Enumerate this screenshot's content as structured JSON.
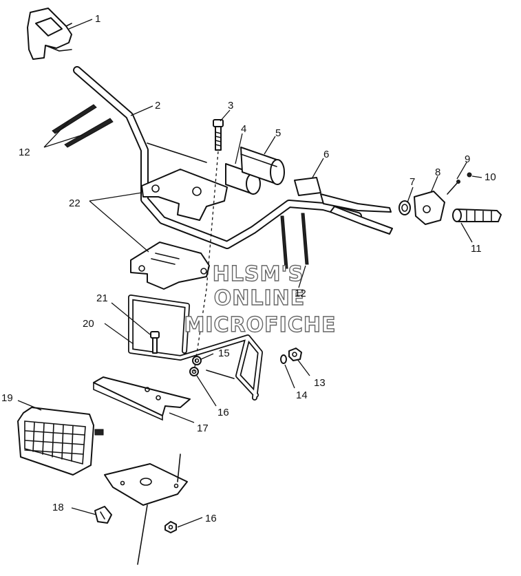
{
  "diagram": {
    "callouts": [
      {
        "id": "c1",
        "text": "1"
      },
      {
        "id": "c2",
        "text": "2"
      },
      {
        "id": "c3",
        "text": "3"
      },
      {
        "id": "c4",
        "text": "4"
      },
      {
        "id": "c5",
        "text": "5"
      },
      {
        "id": "c6",
        "text": "6"
      },
      {
        "id": "c7",
        "text": "7"
      },
      {
        "id": "c8",
        "text": "8"
      },
      {
        "id": "c9",
        "text": "9"
      },
      {
        "id": "c10",
        "text": "10"
      },
      {
        "id": "c11",
        "text": "11"
      },
      {
        "id": "c12a",
        "text": "12"
      },
      {
        "id": "c12b",
        "text": "12"
      },
      {
        "id": "c13",
        "text": "13"
      },
      {
        "id": "c14",
        "text": "14"
      },
      {
        "id": "c15",
        "text": "15"
      },
      {
        "id": "c16a",
        "text": "16"
      },
      {
        "id": "c16b",
        "text": "16"
      },
      {
        "id": "c17",
        "text": "17"
      },
      {
        "id": "c18",
        "text": "18"
      },
      {
        "id": "c19",
        "text": "19"
      },
      {
        "id": "c20",
        "text": "20"
      },
      {
        "id": "c21",
        "text": "21"
      },
      {
        "id": "c22",
        "text": "22"
      }
    ],
    "watermark": [
      "HLSM'S",
      "ONLINE",
      "MICROFICHE"
    ]
  }
}
